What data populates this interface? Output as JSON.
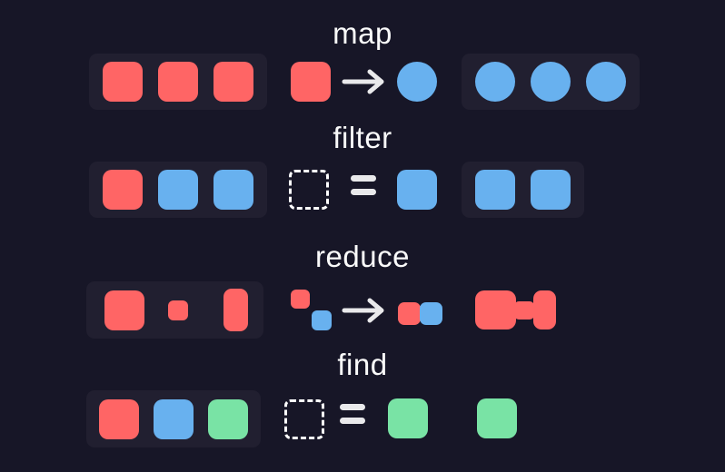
{
  "diagram_name": "array-methods",
  "colors": {
    "page_bg": "#171627",
    "panel_bg": "#211f30",
    "red": "#ff6565",
    "blue": "#68b1ef",
    "green": "#79e3a5",
    "text": "#fafafa",
    "operator": "#e9e9eb",
    "dashed_outline": "#ffffff"
  },
  "rows": [
    {
      "label": "map",
      "operator_icon": "arrow-right-icon",
      "input_shapes": [
        "red-square",
        "red-square",
        "red-square"
      ],
      "from_shapes": [
        "red-square"
      ],
      "to_shapes": [
        "blue-circle"
      ],
      "output_shapes": [
        "blue-circle",
        "blue-circle",
        "blue-circle"
      ]
    },
    {
      "label": "filter",
      "operator_icon": "equals-icon",
      "input_shapes": [
        "red-square",
        "blue-square",
        "blue-square"
      ],
      "from_shapes": [
        "dashed-square"
      ],
      "to_shapes": [
        "blue-square"
      ],
      "output_shapes": [
        "blue-square",
        "blue-square"
      ]
    },
    {
      "label": "reduce",
      "operator_icon": "arrow-right-icon",
      "input_shapes": [
        "red-square-large",
        "red-square-small",
        "red-rect-tall"
      ],
      "from_shapes": [
        "red-chip",
        "blue-chip"
      ],
      "to_shapes": [
        "red-chip-merged",
        "blue-chip-merged"
      ],
      "output_shapes": [
        "red-block-big",
        "red-block-connector",
        "red-block-tall"
      ]
    },
    {
      "label": "find",
      "operator_icon": "equals-icon",
      "input_shapes": [
        "red-square",
        "blue-square",
        "green-square"
      ],
      "from_shapes": [
        "dashed-square"
      ],
      "to_shapes": [
        "green-square"
      ],
      "output_shapes": [
        "green-square"
      ]
    }
  ]
}
